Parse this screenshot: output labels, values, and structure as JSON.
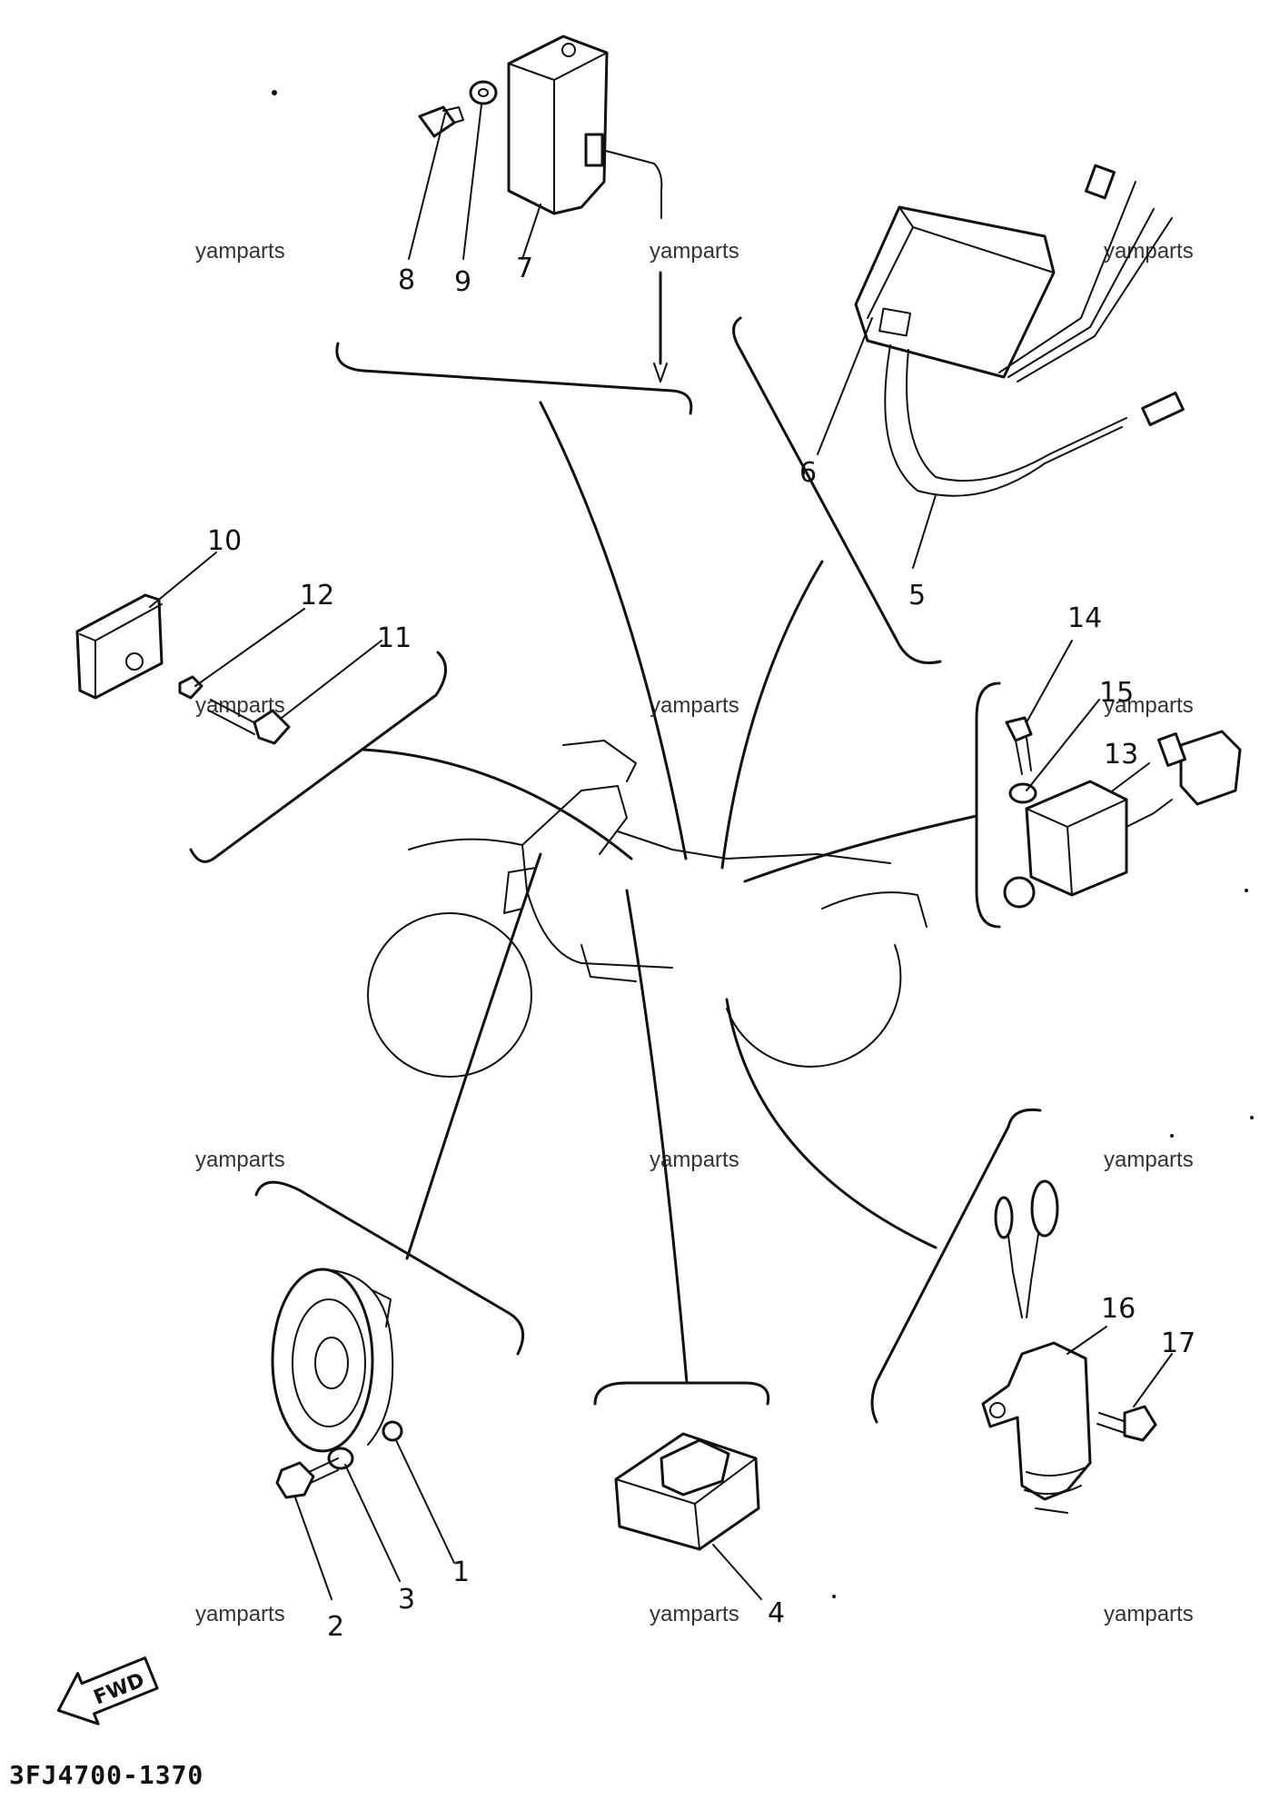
{
  "diagram": {
    "code": "3FJ4700-1370",
    "fwd_label": "FWD",
    "watermark": "yamparts",
    "callouts": {
      "c1": "1",
      "c2": "2",
      "c3": "3",
      "c4": "4",
      "c5": "5",
      "c6": "6",
      "c7": "7",
      "c8": "8",
      "c9": "9",
      "c10": "10",
      "c11": "11",
      "c12": "12",
      "c13": "13",
      "c14": "14",
      "c15": "15",
      "c16": "16",
      "c17": "17"
    }
  }
}
